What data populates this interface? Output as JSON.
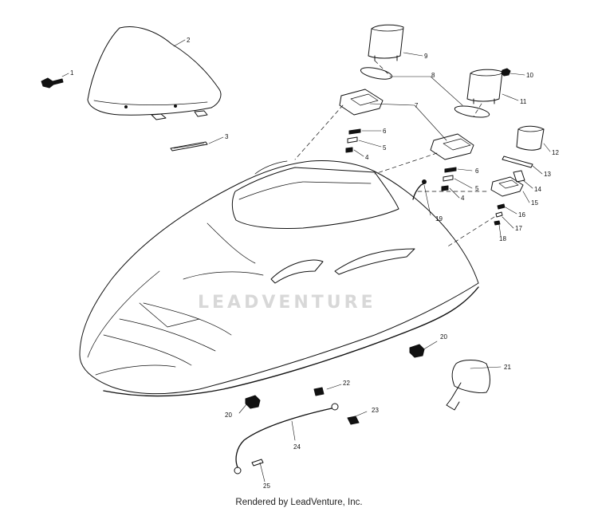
{
  "diagram": {
    "watermark": "LEADVENTURE",
    "footer": "Rendered by LeadVenture, Inc.",
    "callouts": [
      "1",
      "2",
      "3",
      "4",
      "5",
      "6",
      "7",
      "8",
      "9",
      "10",
      "11",
      "12",
      "13",
      "14",
      "15",
      "16",
      "17",
      "18",
      "19",
      "20",
      "21",
      "22",
      "23",
      "24",
      "25",
      "4",
      "5",
      "6",
      "20"
    ]
  }
}
